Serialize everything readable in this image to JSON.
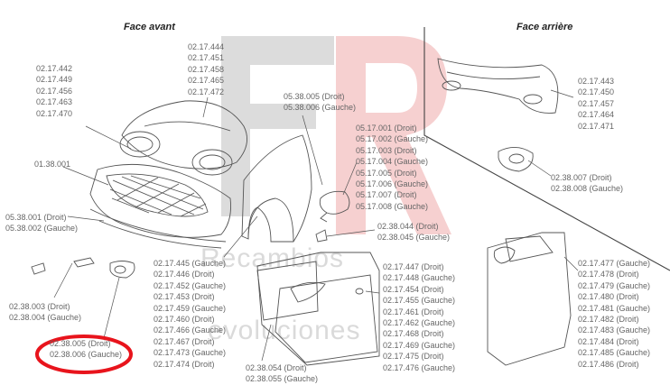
{
  "titles": {
    "front": "Face avant",
    "rear": "Face arrière"
  },
  "watermark": {
    "line1": "Recambios",
    "line2": "evoluciones"
  },
  "labels": {
    "hood": [
      "02.17.444",
      "02.17.451",
      "02.17.458",
      "02.17.465",
      "02.17.472"
    ],
    "headlamp": [
      "02.17.442",
      "02.17.449",
      "02.17.456",
      "02.17.463",
      "02.17.470"
    ],
    "grille": [
      "01.38.001"
    ],
    "bumper_trim": [
      "05.38.001 (Droit)",
      "05.38.002 (Gauche)"
    ],
    "fog": [
      "02.38.003 (Droit)",
      "02.38.004 (Gauche)"
    ],
    "fog_highlight": [
      "02.38.005 (Droit)",
      "02.38.006 (Gauche)"
    ],
    "fender_front": [
      "02.17.445 (Gauche)",
      "02.17.446 (Droit)",
      "02.17.452 (Gauche)",
      "02.17.453 (Droit)",
      "02.17.459 (Gauche)",
      "02.17.460 (Droit)",
      "02.17.466 (Gauche)",
      "02.17.467 (Droit)",
      "02.17.473 (Gauche)",
      "02.17.474 (Droit)"
    ],
    "mirror_cap": [
      "05.38.005 (Droit)",
      "05.38.006 (Gauche)"
    ],
    "mirror": [
      "05.17.001 (Droit)",
      "05.17.002 (Gauche)",
      "05.17.003 (Droit)",
      "05.17.004 (Gauche)",
      "05.17.005 (Droit)",
      "05.17.006 (Gauche)",
      "05.17.007 (Droit)",
      "05.17.008 (Gauche)"
    ],
    "indicator": [
      "02.38.044 (Droit)",
      "02.38.045 (Gauche)"
    ],
    "door_trim": [
      "02.38.054 (Droit)",
      "02.38.055 (Gauche)"
    ],
    "door_front": [
      "02.17.447 (Droit)",
      "02.17.448 (Gauche)",
      "02.17.454 (Droit)",
      "02.17.455 (Gauche)",
      "02.17.461 (Droit)",
      "02.17.462 (Gauche)",
      "02.17.468 (Droit)",
      "02.17.469 (Gauche)",
      "02.17.475 (Droit)",
      "02.17.476 (Gauche)"
    ],
    "rear_bumper": [
      "02.17.443",
      "02.17.450",
      "02.17.457",
      "02.17.464",
      "02.17.471"
    ],
    "rear_reflector": [
      "02.38.007 (Droit)",
      "02.38.008 (Gauche)"
    ],
    "door_rear": [
      "02.17.477 (Gauche)",
      "02.17.478 (Droit)",
      "02.17.479 (Gauche)",
      "02.17.480 (Droit)",
      "02.17.481 (Gauche)",
      "02.17.482 (Droit)",
      "02.17.483 (Gauche)",
      "02.17.484 (Droit)",
      "02.17.485 (Gauche)",
      "02.17.486 (Droit)"
    ]
  },
  "colors": {
    "highlight": "#e8141c",
    "line": "#555555",
    "logo": "#d9d9d9",
    "logo_accent": "#f4c4c4"
  }
}
